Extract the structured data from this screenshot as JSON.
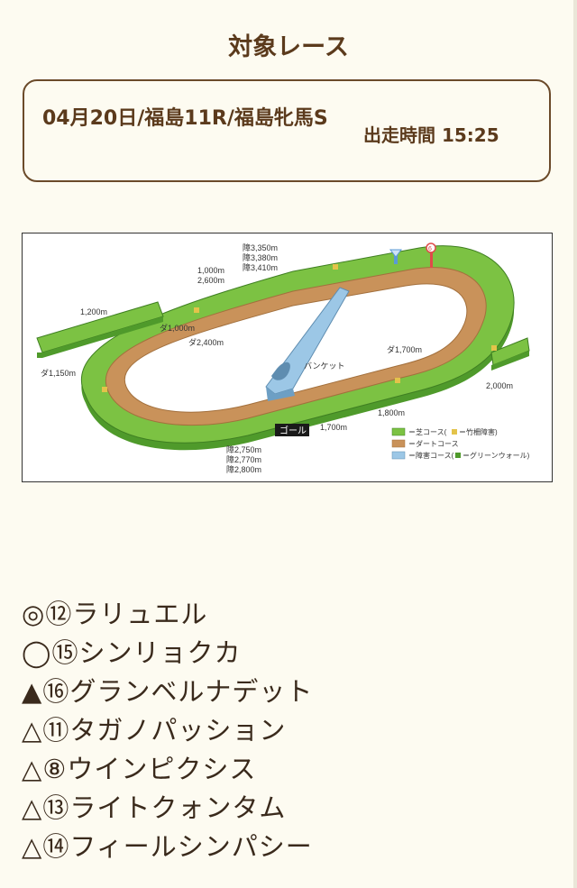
{
  "section_title": "対象レース",
  "race": {
    "name": "04月20日/福島11R/福島牝馬S",
    "start_time": "出走時間 15:25"
  },
  "course_map": {
    "labels": {
      "turf_top_1": "1,000m",
      "turf_top_2": "2,600m",
      "steeple_top_1": "障3,350m",
      "steeple_top_2": "障3,380m",
      "steeple_top_3": "障3,410m",
      "turf_1200": "1,200m",
      "dirt_2400": "ダ2,400m",
      "dirt_1000": "ダ1,000m",
      "dirt_1150": "ダ1,150m",
      "banquette": "バンケット",
      "dirt_1700": "ダ1,700m",
      "turf_2000": "2,000m",
      "turf_1800": "1,800m",
      "turf_1700": "1,700m",
      "goal": "ゴール",
      "steeple_bottom_1": "障2,750m",
      "steeple_bottom_2": "障2,770m",
      "steeple_bottom_3": "障2,800m",
      "pole_number": "6"
    },
    "legend": {
      "turf": "＝芝コース(",
      "turf_note": "＝竹柵障害)",
      "dirt": "＝ダートコース",
      "steeple": "＝障害コース(",
      "steeple_note": "＝グリーンウォール)"
    },
    "colors": {
      "turf": "#7cc243",
      "turf_dark": "#4f9a2b",
      "dirt": "#c9925a",
      "dirt_dark": "#a3703d",
      "steeple": "#9cc7e6",
      "infield": "#ffffff"
    }
  },
  "picks": [
    {
      "mark": "◎",
      "number": "⑫",
      "horse": "ラリュエル"
    },
    {
      "mark": "◯",
      "number": "⑮",
      "horse": "シンリョクカ"
    },
    {
      "mark": "▲",
      "number": "⑯",
      "horse": "グランベルナデット"
    },
    {
      "mark": "△",
      "number": "⑪",
      "horse": "タガノパッション"
    },
    {
      "mark": "△",
      "number": "⑧",
      "horse": "ウインピクシス"
    },
    {
      "mark": "△",
      "number": "⑬",
      "horse": "ライトクォンタム"
    },
    {
      "mark": "△",
      "number": "⑭",
      "horse": "フィールシンパシー"
    }
  ]
}
